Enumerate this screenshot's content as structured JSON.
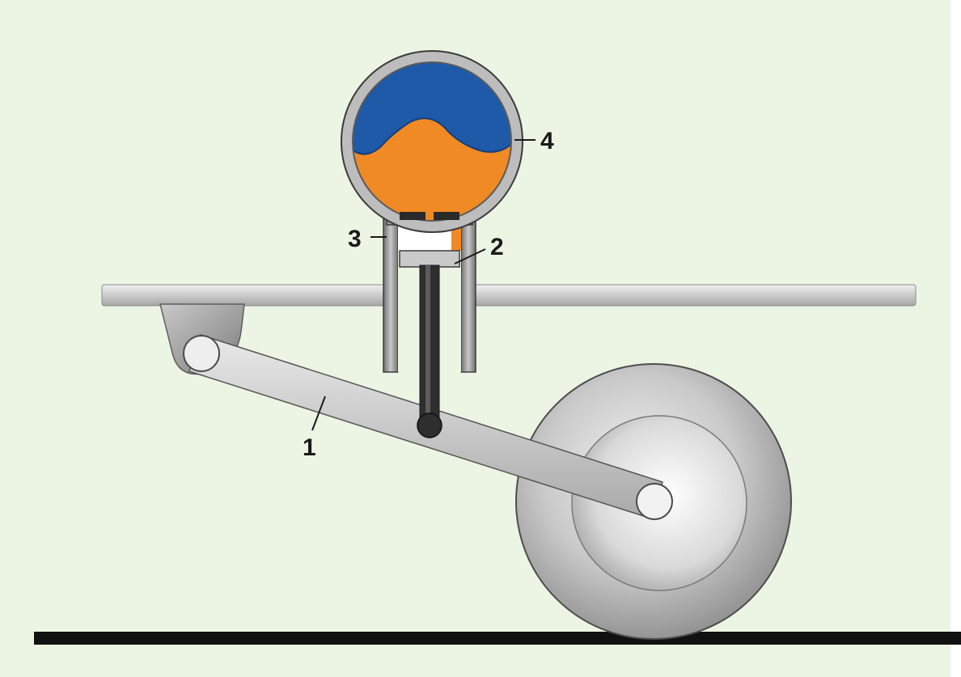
{
  "diagram": {
    "callouts": {
      "1": "1",
      "2": "2",
      "3": "3",
      "4": "4"
    },
    "colors": {
      "page_background": "#ecf4e3",
      "body_frame": "#d6d6d6",
      "suspension_arm": "#cfcfcf",
      "sphere_gas": "#1e5aa8",
      "sphere_fluid": "#f08a24",
      "cylinder_wall": "#a9a9a9",
      "tyre": "#c8c8c8",
      "hub": "#e4e4e4",
      "ground": "#111111"
    }
  }
}
